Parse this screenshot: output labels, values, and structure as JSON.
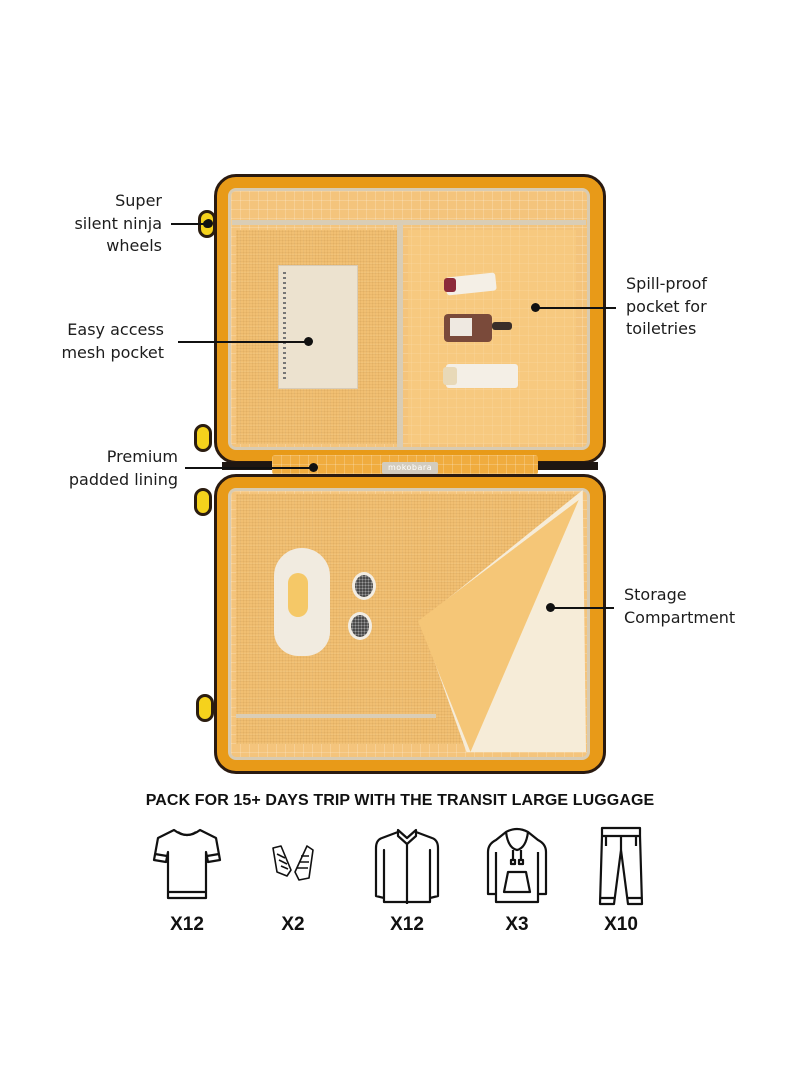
{
  "callouts": {
    "wheels": {
      "lines": [
        "Super",
        "silent ninja",
        "wheels"
      ]
    },
    "mesh_pocket": {
      "lines": [
        "Easy access",
        "mesh pocket"
      ]
    },
    "lining": {
      "lines": [
        "Premium",
        "padded lining"
      ]
    },
    "toiletries": {
      "lines": [
        "Spill-proof",
        "pocket for",
        "toiletries"
      ]
    },
    "storage": {
      "lines": [
        "Storage",
        "Compartment"
      ]
    }
  },
  "brand_tag": "mokobara",
  "packing": {
    "headline": "PACK FOR 15+ DAYS TRIP WITH THE TRANSIT LARGE LUGGAGE",
    "items": [
      {
        "icon": "tshirt-icon",
        "quantity": "X12"
      },
      {
        "icon": "sneakers-icon",
        "quantity": "X2"
      },
      {
        "icon": "shirt-icon",
        "quantity": "X12"
      },
      {
        "icon": "hoodie-icon",
        "quantity": "X3"
      },
      {
        "icon": "trousers-icon",
        "quantity": "X10"
      }
    ]
  },
  "colors": {
    "shell_orange": "#e89a18",
    "lining_yellow": "#f4c47c",
    "wheel_yellow": "#f5d21c",
    "text": "#1c1c1c"
  }
}
